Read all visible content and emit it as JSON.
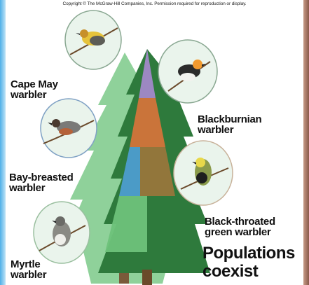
{
  "copyright": "Copyright © The McGraw-Hill Companies, Inc. Permission required for reproduction or display.",
  "labels": {
    "cape_may": "Cape May\nwarbler",
    "blackburnian": "Blackburnian\nwarbler",
    "bay_breasted": "Bay-breasted\nwarbler",
    "black_throated": "Black-throated\ngreen warbler",
    "myrtle": "Myrtle\nwarbler",
    "populations": "Populations\ncoexist"
  },
  "colors": {
    "tree_dark": "#2e7a3c",
    "tree_light": "#8fd19a",
    "zone_purple": "#a98ad0",
    "zone_orange": "#e5733a",
    "zone_blue": "#4f9ed6",
    "zone_green": "#6ec27a",
    "frame_blue": "#4fb0e8",
    "frame_brown": "#8a5a4b"
  }
}
